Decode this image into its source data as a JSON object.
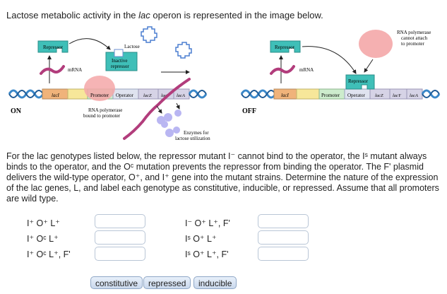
{
  "intro": {
    "pre": "Lactose metabolic activity in the ",
    "lac": "lac",
    "post": " operon is represented in the image below."
  },
  "diagram": {
    "left_state": "ON",
    "right_state": "OFF",
    "labels": {
      "repressor": "Repressor",
      "mrna": "mRNA",
      "lactose": "Lactose",
      "inactive_repressor_1": "Inactive",
      "inactive_repressor_2": "repressor",
      "lacI": "lacI",
      "promoter": "Promoter",
      "operator": "Operator",
      "lacZ": "lacZ",
      "lacY": "lacY",
      "lacA": "lacA",
      "rnap_bound_1": "RNA polymerase",
      "rnap_bound_2": "bound to promoter",
      "enzymes_1": "Enzymes for",
      "enzymes_2": "lactose utilization",
      "rnap_cannot_1": "RNA polymerase",
      "rnap_cannot_2": "cannot attach",
      "rnap_cannot_3": "to promoter"
    }
  },
  "paragraph": "For the lac genotypes listed below, the repressor mutant I⁻ cannot bind to the operator, the Iˢ mutant always binds to the operator, and the Oᶜ mutation prevents the repressor from binding the operator. The F' plasmid delivers the wild-type operator, O⁺, and I⁺ gene into the mutant strains. Determine the nature of the expression of the lac genes, L, and label each genotype as constitutive, inducible, or repressed. Assume that all promoters are wild type.",
  "genotypes_left": [
    "I⁺ O⁺ L⁺",
    "I⁺ Oᶜ L⁺",
    "I⁺ Oᶜ L⁺, F'"
  ],
  "genotypes_right": [
    "I⁻ O⁺ L⁺, F'",
    "Iˢ O⁺ L⁺",
    "Iˢ O⁺ L⁺, F'"
  ],
  "options": [
    "constitutive",
    "repressed",
    "inducible"
  ],
  "colors": {
    "repressor": "#3fbfb8",
    "mrna": "#b23d7c",
    "rnap": "#f4a7a8",
    "enzyme": "#b9b6f2",
    "lacI_bar": "#f0b37a",
    "promoter_bar": "#cdeccd",
    "operator_bar": "#dfe3ef",
    "genes_bar": "#d6d3e6"
  }
}
